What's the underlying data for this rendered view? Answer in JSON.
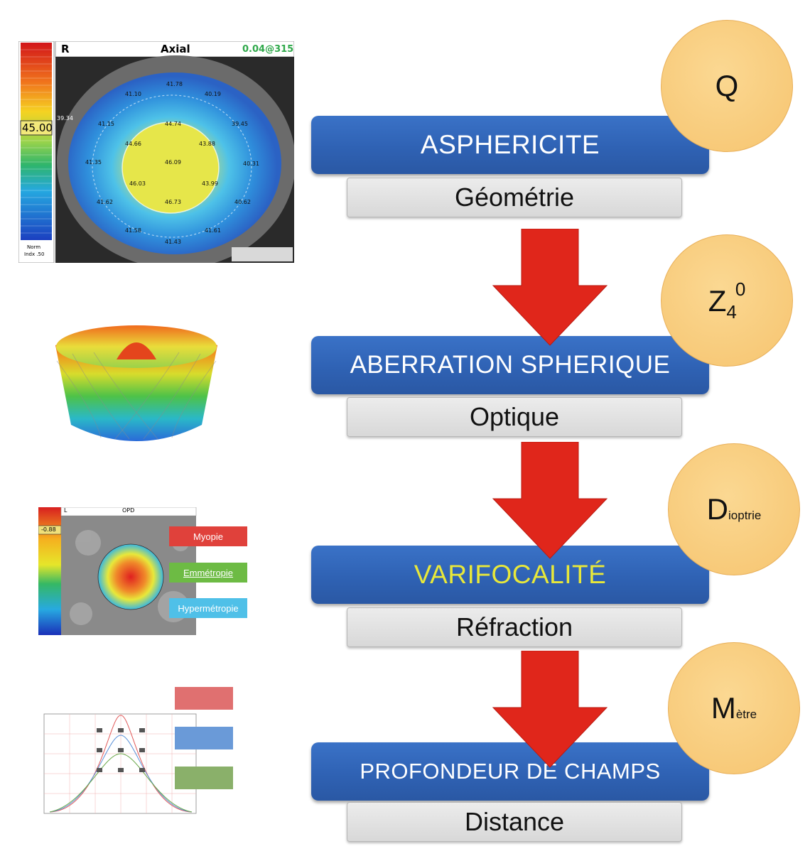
{
  "steps": [
    {
      "title": "ASPHERICITE",
      "label": "Géométrie",
      "symbol": "Q"
    },
    {
      "title": "ABERRATION SPHERIQUE",
      "label": "Optique",
      "symbol_base": "Z",
      "symbol_sub": "4",
      "symbol_sup": "0"
    },
    {
      "title": "VARIFOCALITÉ",
      "label": "Réfraction",
      "symbol_big": "D",
      "symbol_small": "ioptrie"
    },
    {
      "title": "PROFONDEUR DE CHAMPS",
      "label": "Distance",
      "symbol_big": "M",
      "symbol_small": "ètre"
    }
  ],
  "colors": {
    "bar_blue": "#2f62b4",
    "highlight_yellow": "#e8e83a",
    "arrow_red": "#e0261b",
    "circle_orange": "#f6c46f"
  },
  "topography": {
    "eye": "R",
    "map_type": "Axial",
    "reading": "0.04@315",
    "scale_value": "45.00",
    "scale_footer_1": "Norm",
    "scale_footer_2": "Indx .50",
    "values": [
      "41.10",
      "41.78",
      "40.19",
      "39.34",
      "41.15",
      "44.74",
      "39.45",
      "44.66",
      "43.88",
      "41.35",
      "46.09",
      "40.31",
      "46.03",
      "43.99",
      "41.62",
      "46.73",
      "40.62",
      "41.58",
      "41.61",
      "41.43"
    ]
  },
  "opd_map": {
    "eye": "L",
    "map_type": "OPD",
    "scale_value": "-0.88",
    "legend": [
      "Myopie",
      "Emmétropie",
      "Hypermétropie"
    ]
  }
}
